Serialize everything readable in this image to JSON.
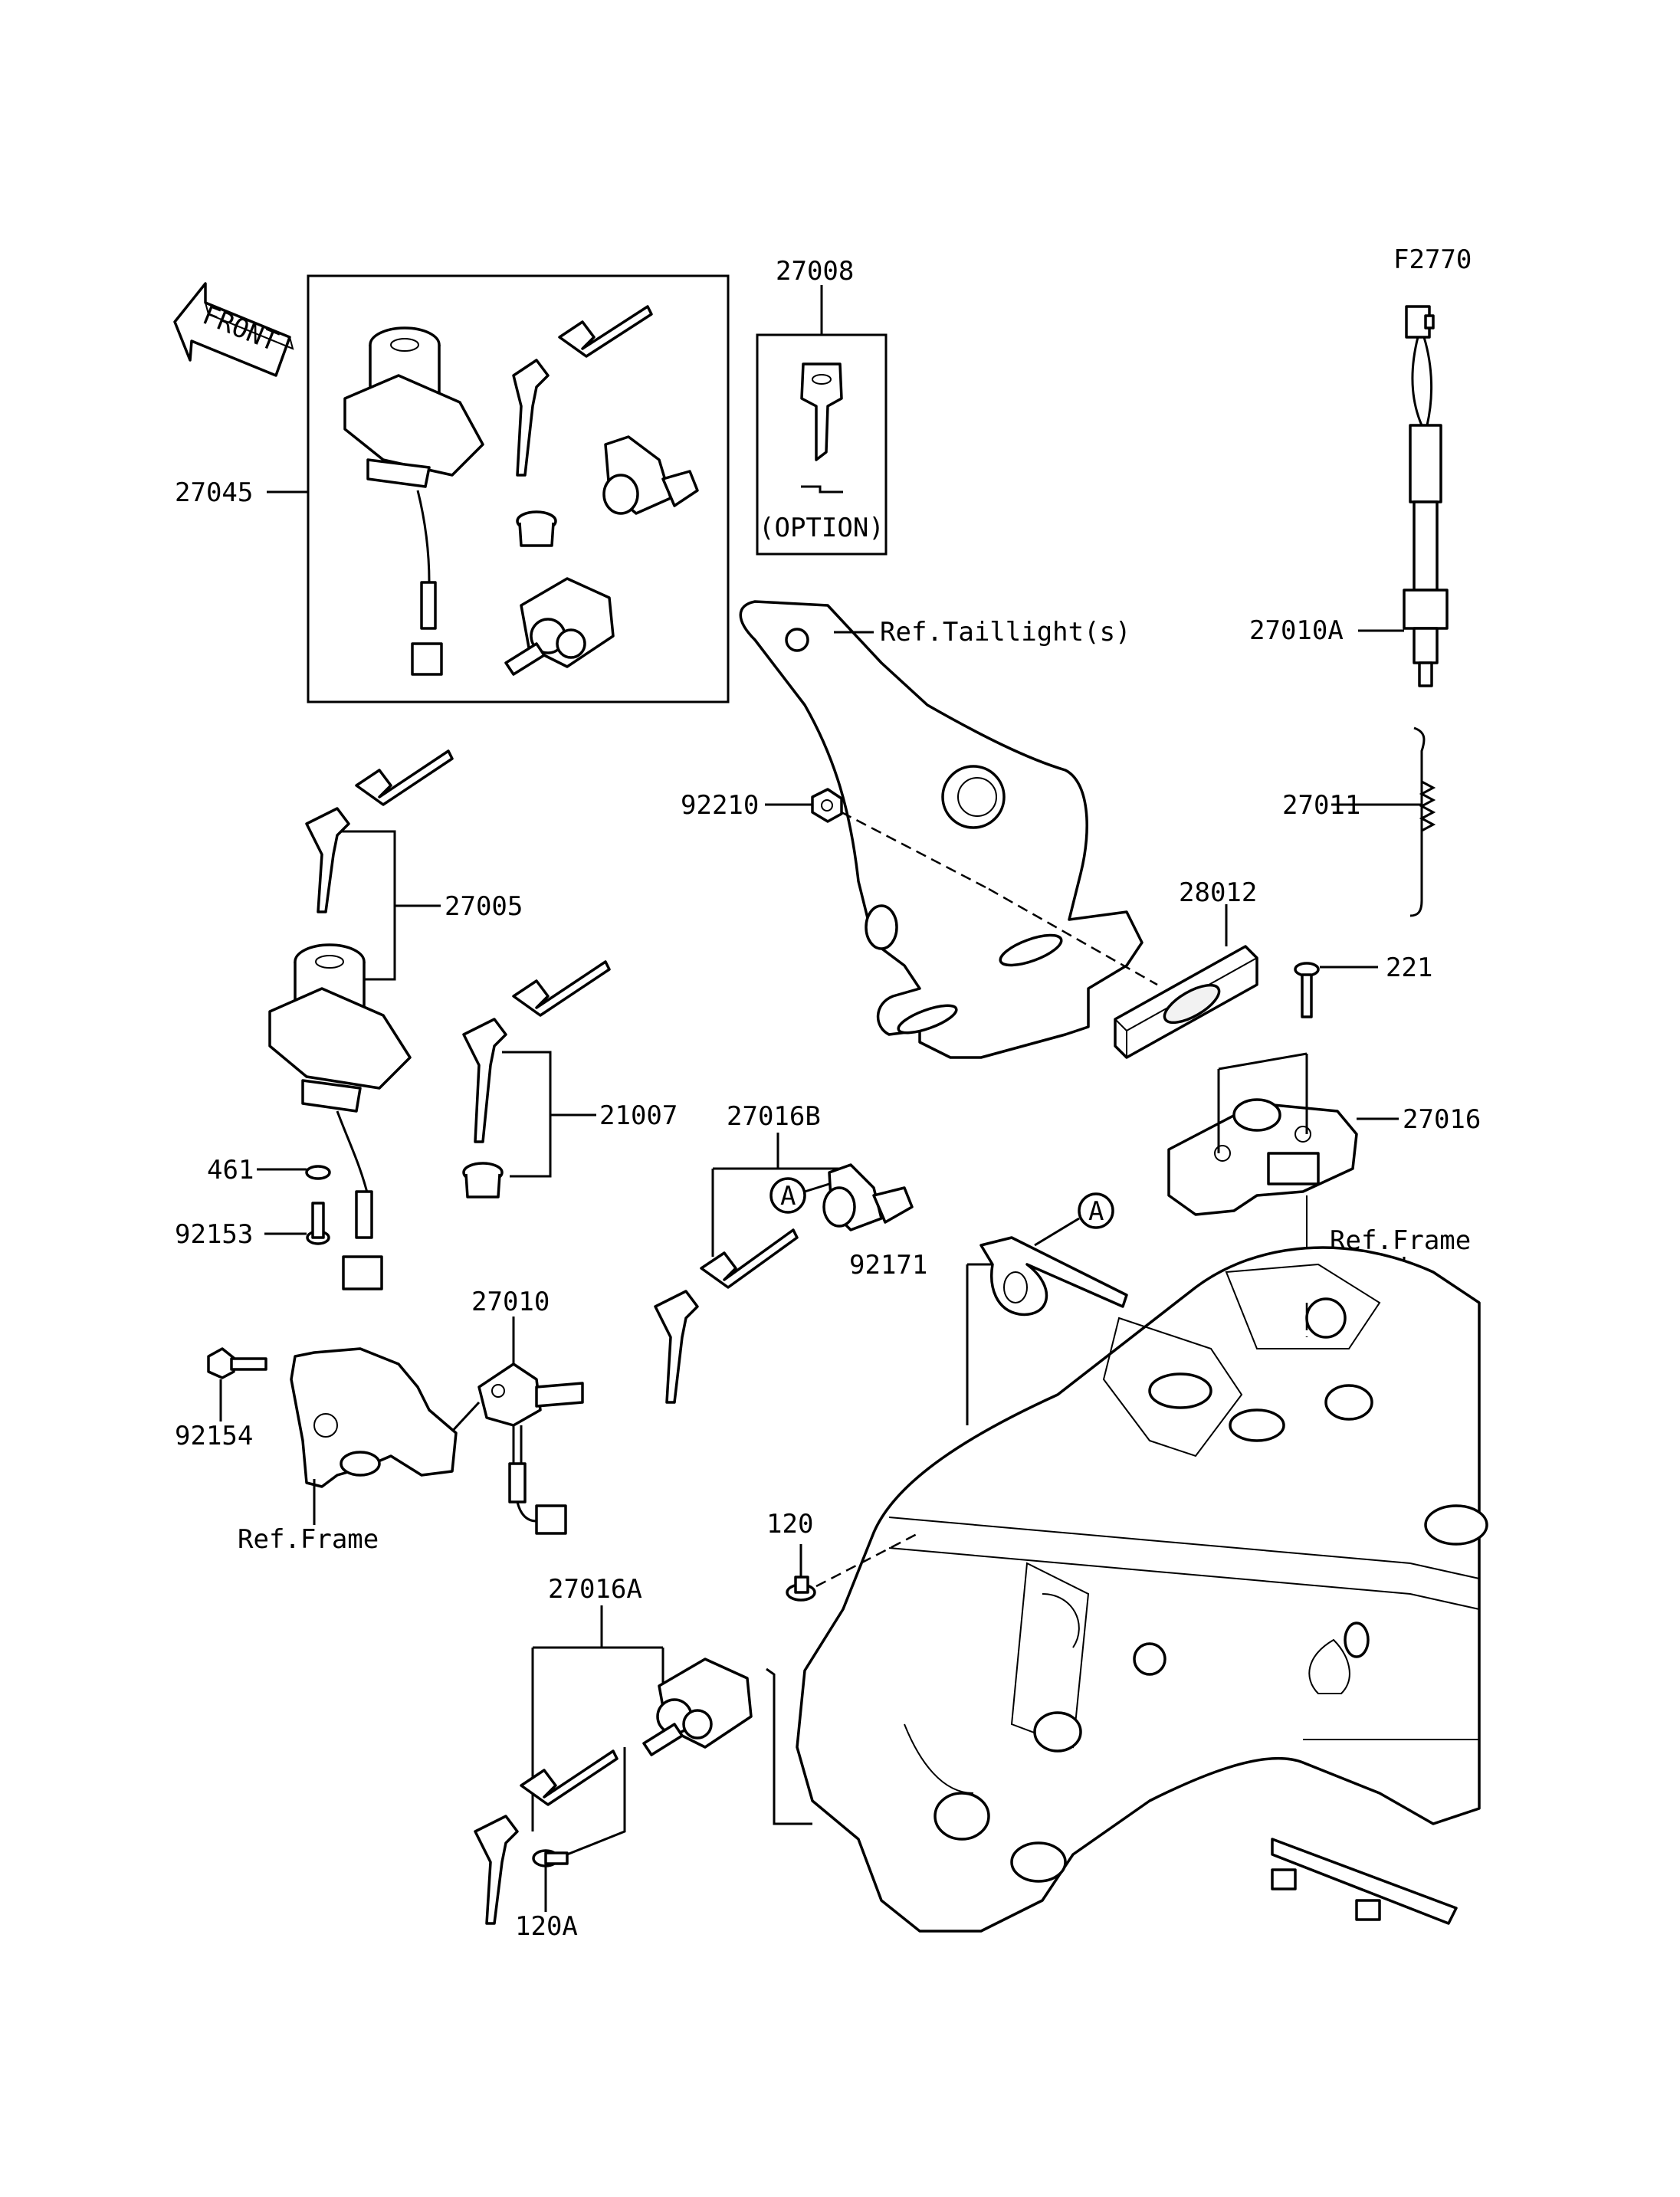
{
  "figure_code": "F2770",
  "front_indicator": "FRONT",
  "option_note": "(OPTION)",
  "circle_ref": "A",
  "labels": {
    "p27008": "27008",
    "p27045": "27045",
    "p27005": "27005",
    "p21007": "21007",
    "p461": "461",
    "p92153": "92153",
    "p27010": "27010",
    "p92154": "92154",
    "ref_frame_left": "Ref.Frame",
    "p27016B": "27016B",
    "p92171": "92171",
    "p120": "120",
    "p27016A": "27016A",
    "p120A": "120A",
    "ref_taillight": "Ref.Taillight(s)",
    "p92210": "92210",
    "p28012": "28012",
    "p221": "221",
    "p27016": "27016",
    "ref_frame_right": "Ref.Frame",
    "p27010A": "27010A",
    "p27011": "27011"
  }
}
